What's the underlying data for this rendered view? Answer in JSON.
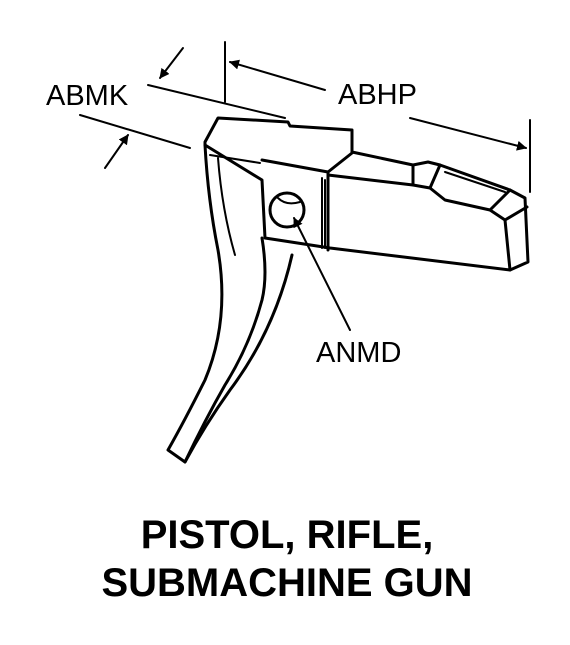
{
  "labels": {
    "abmk": "ABMK",
    "abhp": "ABHP",
    "anmd": "ANMD"
  },
  "caption": {
    "line1": "PISTOL, RIFLE,",
    "line2": "SUBMACHINE GUN"
  },
  "colors": {
    "ink": "#000000",
    "background": "#ffffff"
  }
}
